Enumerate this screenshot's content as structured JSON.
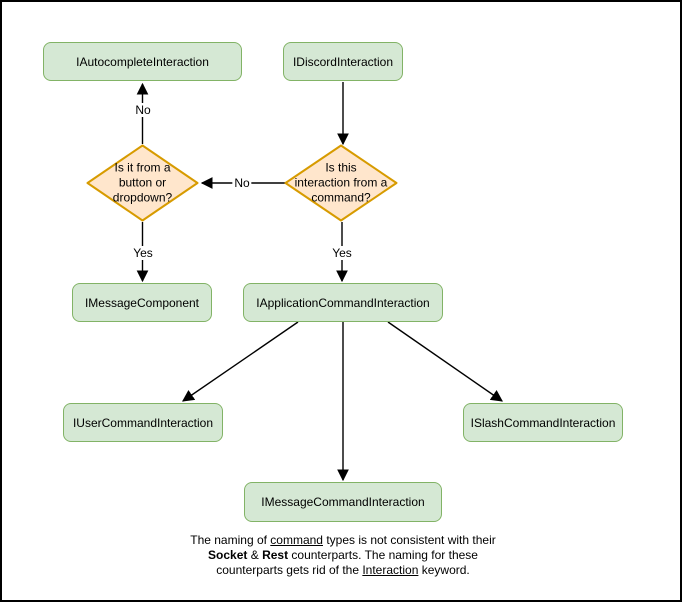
{
  "palette": {
    "background": "#ffffff",
    "canvas_border": "#000000",
    "class_node_fill": "#d5e8d4",
    "class_node_stroke": "#82b366",
    "decision_fill": "#ffe6cc",
    "decision_stroke": "#d79b00",
    "edge_color": "#000000",
    "text_color": "#000000"
  },
  "nodes": {
    "autocomplete": {
      "label": "IAutocompleteInteraction"
    },
    "discord": {
      "label": "IDiscordInteraction"
    },
    "decision_component": {
      "lines": [
        "Is it from a",
        "button or",
        "dropdown?"
      ]
    },
    "decision_command": {
      "lines": [
        "Is this",
        "interaction from a",
        "command?"
      ]
    },
    "message_component": {
      "label": "IMessageComponent"
    },
    "application_command": {
      "label": "IApplicationCommandInteraction"
    },
    "user_command": {
      "label": "IUserCommandInteraction"
    },
    "slash_command": {
      "label": "ISlashCommandInteraction"
    },
    "message_command": {
      "label": "IMessageCommandInteraction"
    }
  },
  "edge_labels": {
    "component_no": "No",
    "command_no": "No",
    "component_yes": "Yes",
    "command_yes": "Yes"
  },
  "footer": {
    "line1": [
      {
        "t": "The naming of "
      },
      {
        "t": "command"
      },
      {
        "t": " types is not consistent with their"
      }
    ],
    "line2": [
      {
        "t": "Socket"
      },
      {
        "t": " & "
      },
      {
        "t": "Rest"
      },
      {
        "t": " counterparts. The naming for these"
      }
    ],
    "line3": [
      {
        "t": "counterparts gets rid of the "
      },
      {
        "t": "Interaction"
      },
      {
        "t": " keyword."
      }
    ]
  }
}
